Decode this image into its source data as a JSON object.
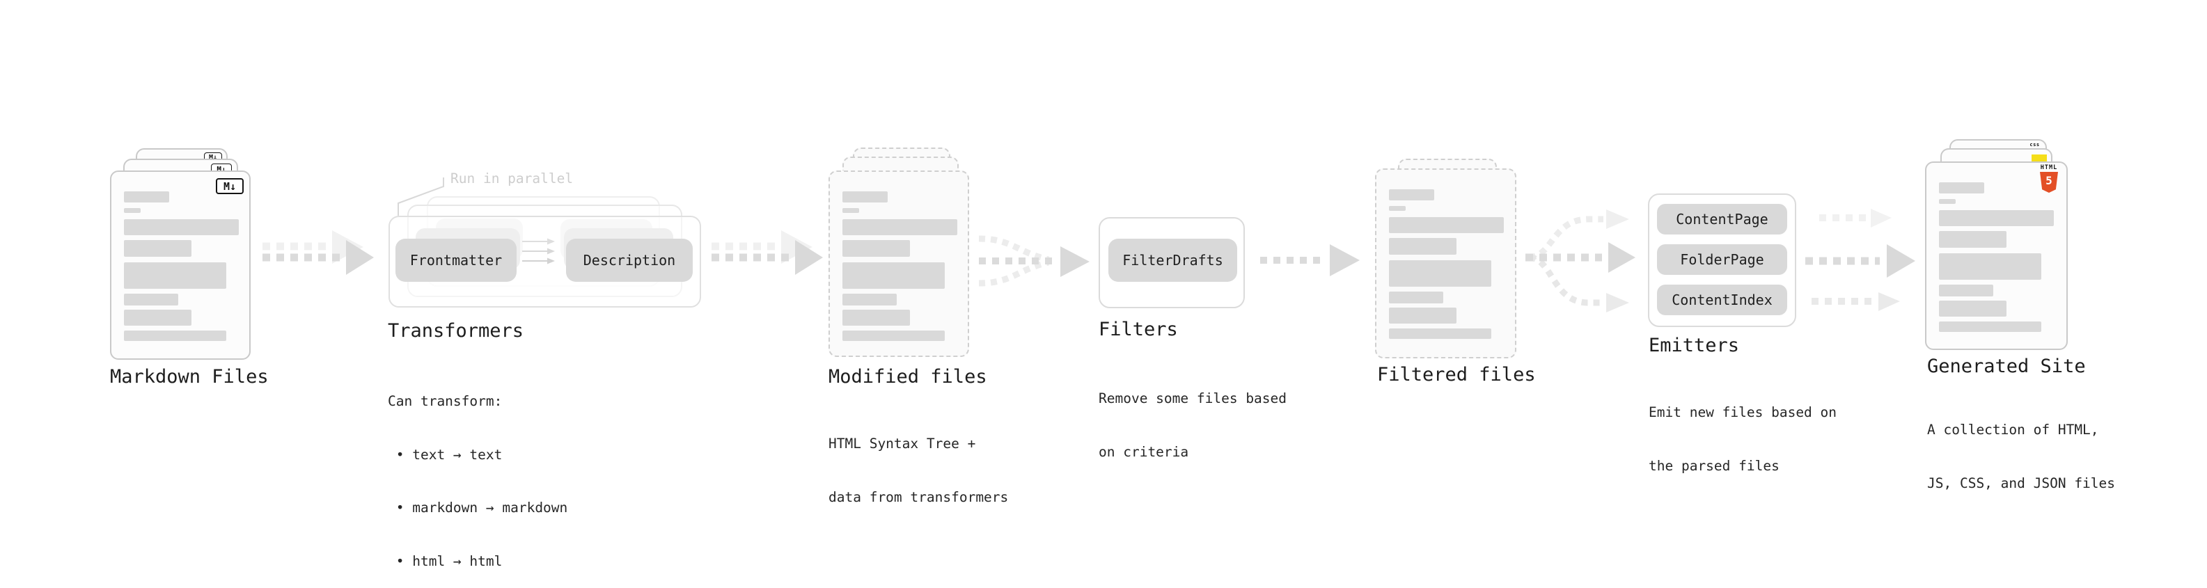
{
  "stages": {
    "markdown": {
      "label": "Markdown Files",
      "badge": "M↓"
    },
    "transformers": {
      "label": "Transformers",
      "annotation": "Run in parallel",
      "pill_left": "Frontmatter",
      "pill_right": "Description",
      "desc": [
        "Can transform:",
        " • text → text",
        " • markdown → markdown",
        " • html → html"
      ]
    },
    "modified": {
      "label": "Modified files",
      "desc": [
        "HTML Syntax Tree +",
        "data from transformers"
      ]
    },
    "filters": {
      "label": "Filters",
      "pill": "FilterDrafts",
      "desc": [
        "Remove some files based",
        "on criteria"
      ]
    },
    "filtered": {
      "label": "Filtered files"
    },
    "emitters": {
      "label": "Emitters",
      "pills": [
        "ContentPage",
        "FolderPage",
        "ContentIndex"
      ],
      "desc": [
        "Emit new files based on",
        "the parsed files"
      ]
    },
    "generated": {
      "label": "Generated Site",
      "badge_css": "css",
      "badge_html": "HTML",
      "badge_html_number": "5",
      "desc": [
        "A collection of HTML,",
        "JS, CSS, and JSON files"
      ]
    }
  },
  "colors": {
    "html_orange": "#e34f26",
    "js_yellow": "#f5de19",
    "css_blue": "#2760e4",
    "bar_gray": "#d9d9d9"
  }
}
